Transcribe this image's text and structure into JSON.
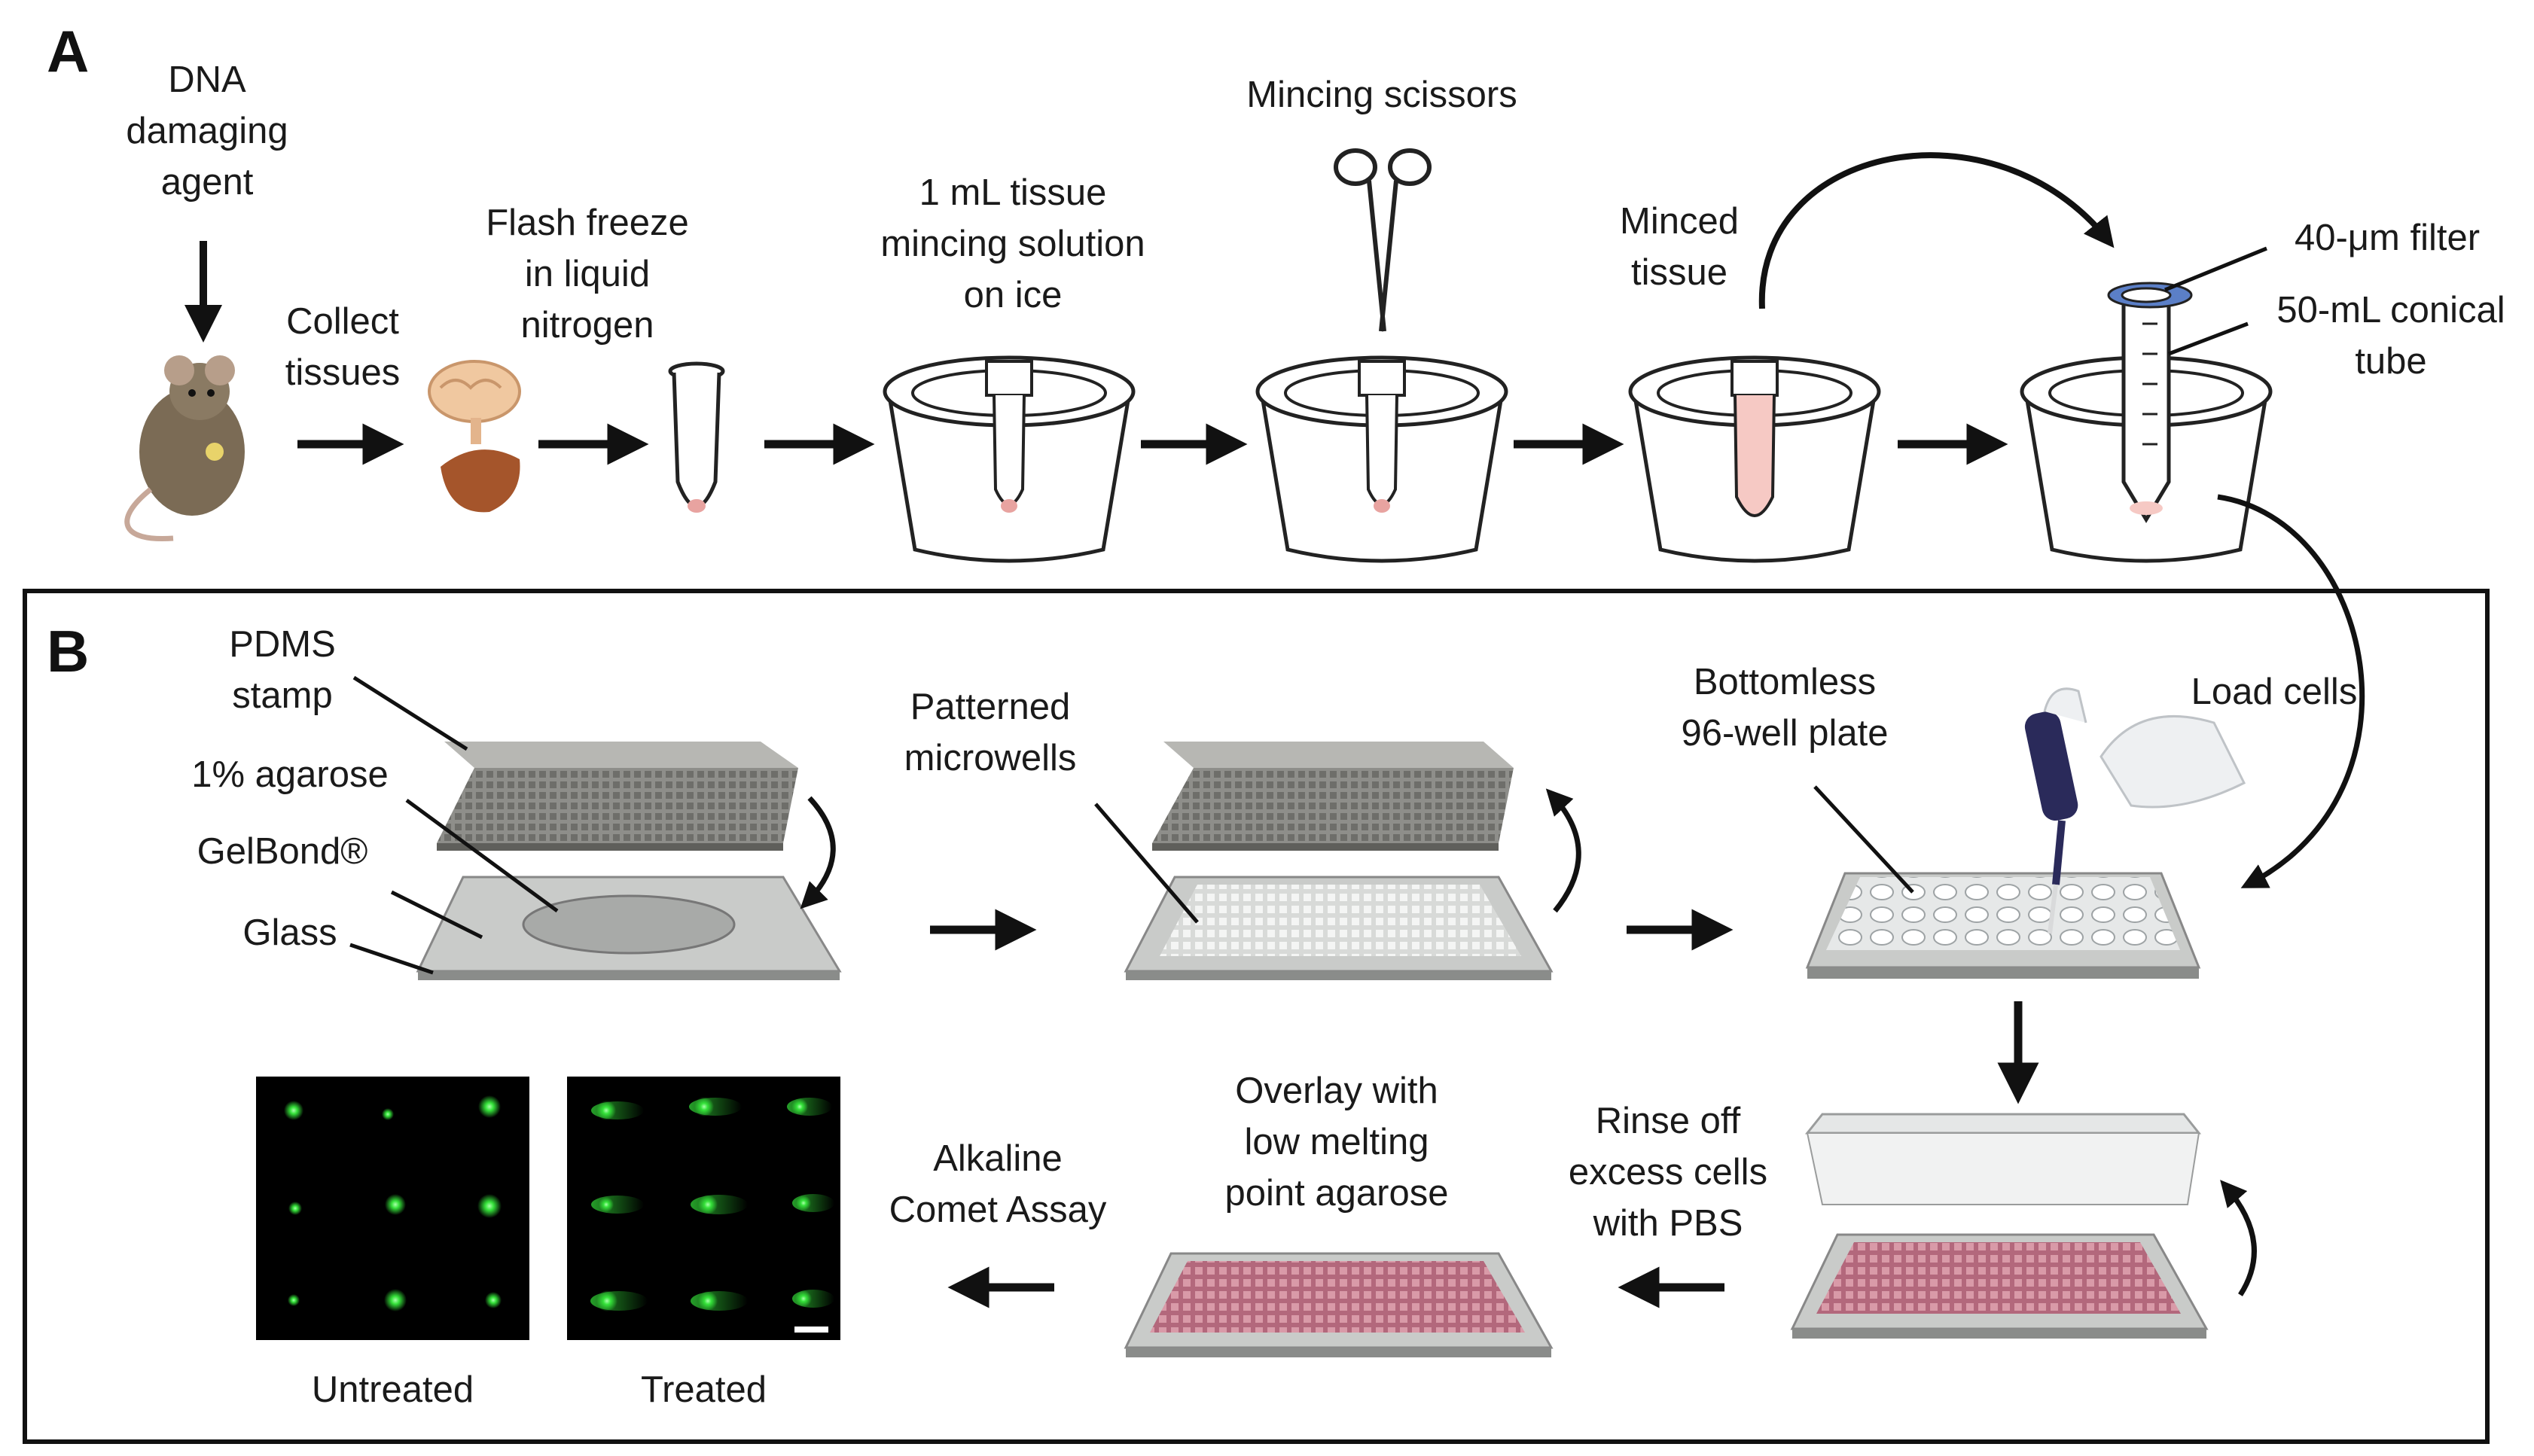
{
  "panels": {
    "a": "A",
    "b": "B"
  },
  "panel_a": {
    "agent": "DNA\ndamaging\nagent",
    "collect": "Collect\ntissues",
    "freeze": "Flash freeze\nin liquid\nnitrogen",
    "solution": "1 mL tissue\nmincing solution\non ice",
    "scissors": "Mincing scissors",
    "minced": "Minced\ntissue",
    "filter": "40-μm filter",
    "tube": "50-mL conical\ntube"
  },
  "panel_b": {
    "pdms": "PDMS\nstamp",
    "agarose": "1% agarose",
    "gelbond": "GelBond®",
    "glass": "Glass",
    "microwells": "Patterned\nmicrowells",
    "plate": "Bottomless\n96-well plate",
    "load": "Load cells",
    "rinse": "Rinse off\nexcess cells\nwith PBS",
    "overlay": "Overlay with\nlow melting\npoint agarose",
    "comet": "Alkaline\nComet Assay",
    "untreated": "Untreated",
    "treated": "Treated"
  },
  "colors": {
    "ink": "#111111",
    "tissue_pink": "#f6c9c4",
    "cell_pink": "#c9768a",
    "filter_blue": "#5b7fc7",
    "comet_green": "#35e23a",
    "gel_gray": "#9a9a96",
    "glove_navy": "#2a2a5a"
  },
  "icons": [
    "mouse-icon",
    "brain-icon",
    "liver-icon",
    "microcentrifuge-tube-icon",
    "ice-bucket-icon",
    "scissors-icon",
    "pipette-icon",
    "conical-tube-icon"
  ]
}
